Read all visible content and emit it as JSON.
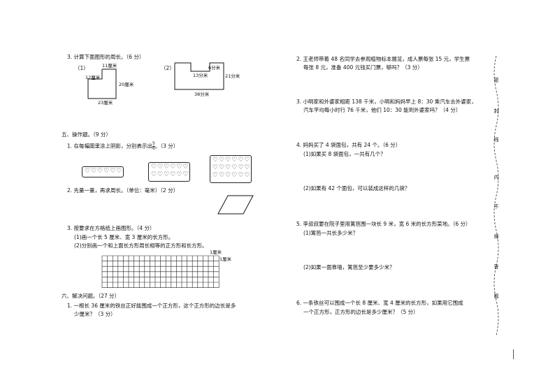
{
  "left": {
    "q3": {
      "title": "3. 计算下面图形的周长。（6 分）",
      "part1": {
        "label": "（1）",
        "top": "11厘米",
        "left": "12厘米",
        "right": "20厘米",
        "bottom": "23厘米"
      },
      "part2": {
        "label": "（2）",
        "notch": "6分米",
        "inner": "13分米",
        "right": "21分米",
        "bottom": "38分米"
      }
    },
    "section5": {
      "heading": "五、操作题。（9 分）",
      "q1": {
        "pre": "1. 在每幅图里涂上阴影，分别表示出",
        "frac_num": "5",
        "frac_den": "6",
        "post": "。（3 分）"
      },
      "q2": {
        "text": "2. 先量一量，再求周长。（单位：毫米）（2 分）"
      },
      "q3": {
        "text": "3. 按要求在方格纸上画图形。（4 分）",
        "sub1": "(1)画一个长 5 厘米、宽 3 厘米的长方形。",
        "sub2": "(2)分别画一个和上面长方形周长相等的正方形和长方形。",
        "grid_label_top": "1厘米",
        "grid_label_side": "1厘米"
      }
    },
    "section6": {
      "heading": "六、解决问题。（27 分）",
      "q1_line1": "1. 一根长 36 厘米的铁丝正好能围成一个正方形，这个正方形的边长是多",
      "q1_line2": "少厘米？（3 分）"
    }
  },
  "right": {
    "q2_line1": "2. 王老师带着 48 名同学去参观植物标本展览，成人票每张 15 元，学生票",
    "q2_line2": "每张 8 元，准备 400 元钱买门票，够吗？（3 分）",
    "q3_line1": "3. 小明家和外婆家相距 138 千米，小明和妈妈早上 8：30 乘汽车去外婆家，",
    "q3_line2": "汽车平均每小时行 76 千米，他们 10：30 能到外婆家吗？（4 分）",
    "q4_line1": "4. 妈妈买了 4 袋面包，共有 24 个。（6 分）",
    "q4_sub1": "(1)如果买 8 袋面包，一共有几个？",
    "q4_sub2": "(2)如果有 42 个面包，可以装成这样的几袋？",
    "q5_line1": "5. 李叔叔要在院子里用篱笆围一块长 9 米，宽 6 米的长方形菜地。（6 分）",
    "q5_sub1": "(1)篱笆一共长多少米？",
    "q5_sub2": "(2)如果一面靠墙，篱笆至少要多少米？",
    "q6_line1": "6. 一条铁丝可以围成一个长 8 厘米、宽 4 厘米的长方形，如果用它围成",
    "q6_line2": "一个正方形，正方形的边长是多少厘米？（5 分）"
  },
  "binding_margin": [
    "密",
    "封",
    "线",
    "内",
    "不",
    "得",
    "答",
    "题"
  ]
}
